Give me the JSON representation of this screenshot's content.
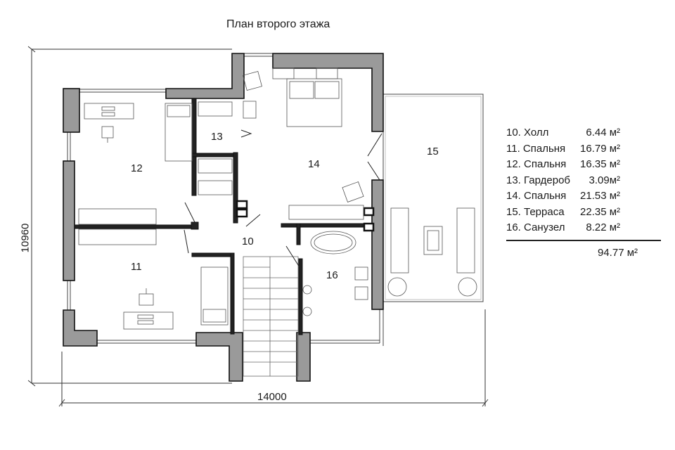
{
  "title": "План второго этажа",
  "dimensions": {
    "width": "14000",
    "height": "10960"
  },
  "rooms": [
    {
      "id": "10",
      "label": "10"
    },
    {
      "id": "11",
      "label": "11"
    },
    {
      "id": "12",
      "label": "12"
    },
    {
      "id": "13",
      "label": "13"
    },
    {
      "id": "14",
      "label": "14"
    },
    {
      "id": "15",
      "label": "15"
    },
    {
      "id": "16",
      "label": "16"
    }
  ],
  "legend": [
    {
      "name": "10. Холл",
      "area": "6.44 м²"
    },
    {
      "name": "11. Спальня",
      "area": "16.79 м²"
    },
    {
      "name": "12. Спальня",
      "area": "16.35 м²"
    },
    {
      "name": "13. Гардероб",
      "area": "3.09м²"
    },
    {
      "name": "14. Спальня",
      "area": "21.53 м²"
    },
    {
      "name": "15. Терраса",
      "area": "22.35 м²"
    },
    {
      "name": "16. Санузел",
      "area": "8.22 м²"
    }
  ],
  "total": "94.77 м²",
  "colors": {
    "wall_fill": "#9a9a9a",
    "wall_stroke": "#111111",
    "line": "#333333"
  }
}
